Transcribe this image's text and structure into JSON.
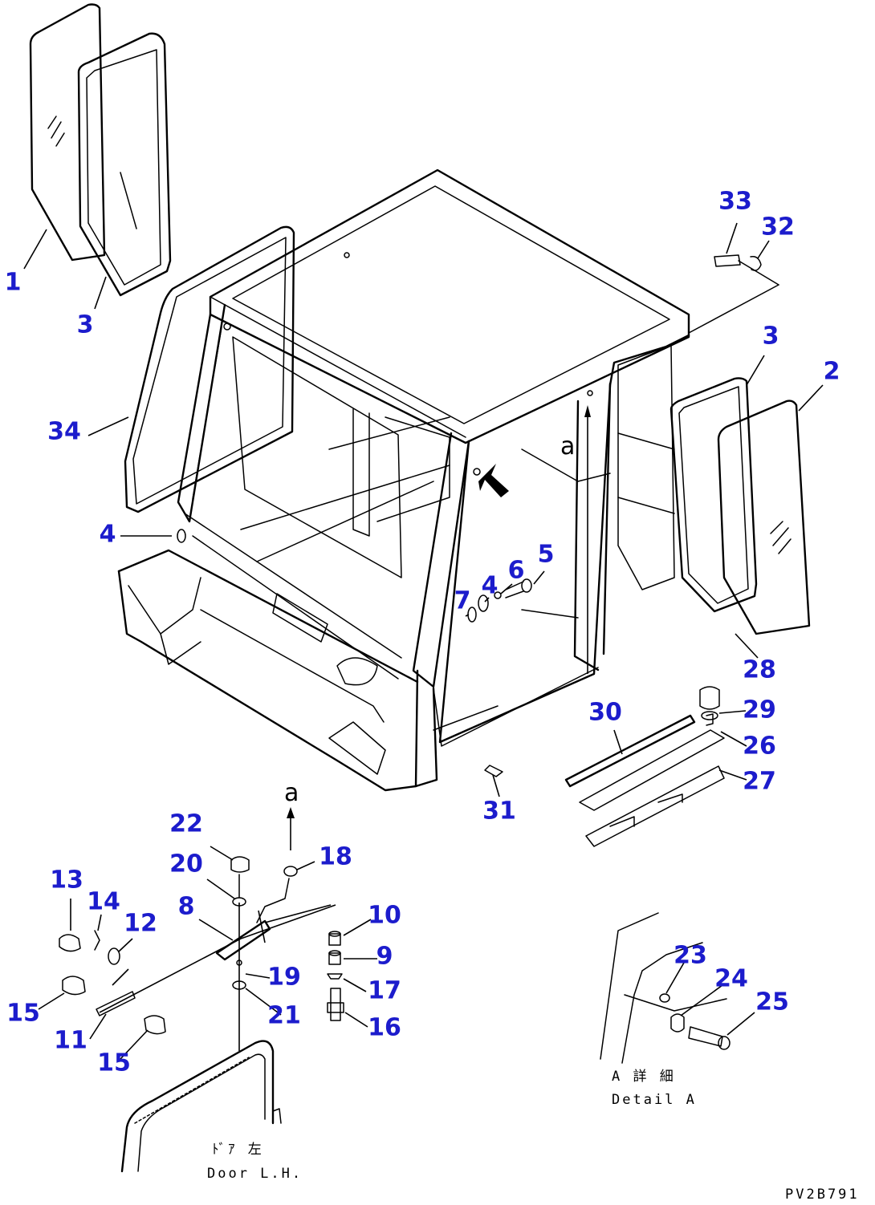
{
  "callouts": [
    {
      "label": "1"
    },
    {
      "label": "3"
    },
    {
      "label": "34"
    },
    {
      "label": "4"
    },
    {
      "label": "33"
    },
    {
      "label": "32"
    },
    {
      "label": "3"
    },
    {
      "label": "2"
    },
    {
      "label": "5"
    },
    {
      "label": "6"
    },
    {
      "label": "4"
    },
    {
      "label": "7"
    },
    {
      "label": "28"
    },
    {
      "label": "29"
    },
    {
      "label": "30"
    },
    {
      "label": "26"
    },
    {
      "label": "27"
    },
    {
      "label": "31"
    },
    {
      "label": "22"
    },
    {
      "label": "18"
    },
    {
      "label": "20"
    },
    {
      "label": "8"
    },
    {
      "label": "13"
    },
    {
      "label": "14"
    },
    {
      "label": "12"
    },
    {
      "label": "10"
    },
    {
      "label": "9"
    },
    {
      "label": "19"
    },
    {
      "label": "17"
    },
    {
      "label": "15"
    },
    {
      "label": "21"
    },
    {
      "label": "16"
    },
    {
      "label": "11"
    },
    {
      "label": "15"
    },
    {
      "label": "23"
    },
    {
      "label": "24"
    },
    {
      "label": "25"
    }
  ],
  "view_marker_top": "a",
  "view_marker_bottom": "a",
  "door_caption": {
    "jp": "ﾄﾞｱ 左",
    "en": "Door L.H."
  },
  "detail_caption": {
    "jp": "A 詳 細",
    "en": "Detail A"
  },
  "drawing_number": "PV2B791"
}
